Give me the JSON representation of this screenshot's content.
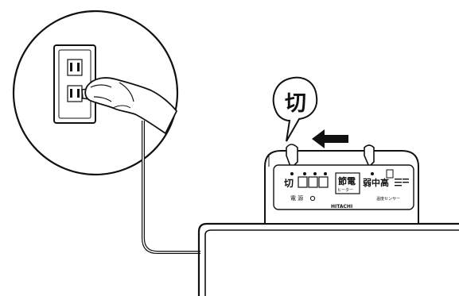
{
  "bubble": {
    "text": "切"
  },
  "panel": {
    "mode_label": "切",
    "save_label": "節電",
    "save_sub": "ヒーター",
    "speed_levels": "弱中高",
    "left_label": "電 源",
    "right_label": "温度センサー",
    "brand": "HITACHI"
  },
  "icons": {
    "outlet": "wall-outlet-icon",
    "hand": "hand-unplugging-icon",
    "arrow": "arrow-left-icon"
  },
  "colors": {
    "ink": "#111111",
    "panel": "#ffffff"
  }
}
